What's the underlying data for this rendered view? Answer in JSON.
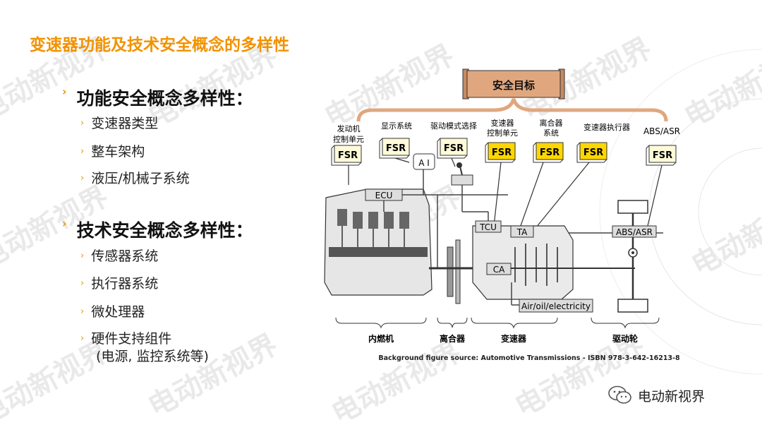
{
  "slide": {
    "title": "变速器功能及技术安全概念的多样性",
    "watermark": "电动新视界"
  },
  "bullets": {
    "functional": {
      "heading": "功能安全概念多样性：",
      "items": [
        "变速器类型",
        "整车架构",
        "液压/机械子系统"
      ]
    },
    "technical": {
      "heading": "技术安全概念多样性：",
      "items": [
        "传感器系统",
        "执行器系统",
        "微处理器",
        "硬件支持组件",
        "(电源, 监控系统等)"
      ]
    }
  },
  "diagram": {
    "safety_goal": "安全目标",
    "fsr_label": "FSR",
    "units": [
      {
        "name_line1": "发动机",
        "name_line2": "控制单元",
        "highlight": false
      },
      {
        "name_line1": "显示系统",
        "name_line2": "",
        "highlight": false
      },
      {
        "name_line1": "驱动模式选择",
        "name_line2": "",
        "highlight": false
      },
      {
        "name_line1": "变速器",
        "name_line2": "控制单元",
        "highlight": true
      },
      {
        "name_line1": "离合器",
        "name_line2": "系统",
        "highlight": true
      },
      {
        "name_line1": "变速器执行器",
        "name_line2": "",
        "highlight": true
      },
      {
        "name_line1": "ABS/ASR",
        "name_line2": "",
        "highlight": false
      }
    ],
    "components": {
      "ecu": "ECU",
      "tcu": "TCU",
      "ta": "TA",
      "ca": "CA",
      "abs": "ABS/ASR",
      "air": "Air/oil/electricity",
      "display": "A I"
    },
    "sections": [
      "内燃机",
      "离合器",
      "变速器",
      "驱动轮"
    ],
    "source": "Background figure source: Automotive Transmissions - ISBN 978-3-642-16213-8",
    "colors": {
      "accent": "#f29200",
      "scroll": "#e0a77f",
      "fsr_yellow": "#ffd700",
      "fsr_light": "#fffbd9"
    }
  },
  "logo": {
    "text": "电动新视界",
    "icon": "wechat-icon"
  }
}
